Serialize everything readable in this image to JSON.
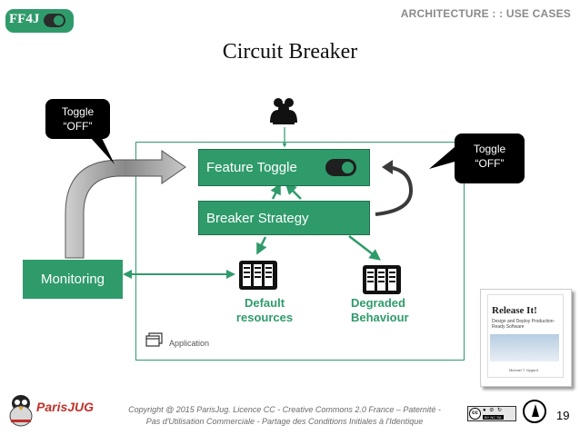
{
  "header": {
    "logo_text": "FF4J",
    "section": "ARCHITECTURE : : USE CASES",
    "title": "Circuit Breaker"
  },
  "diagram": {
    "feature_toggle": "Feature Toggle",
    "breaker_strategy": "Breaker Strategy",
    "monitoring": "Monitoring",
    "toggle_left": [
      "Toggle",
      "“OFF”"
    ],
    "toggle_right": [
      "Toggle",
      "“OFF”"
    ],
    "default_resources": [
      "Default",
      "resources"
    ],
    "degraded_behaviour": [
      "Degraded",
      "Behaviour"
    ],
    "application": "Application"
  },
  "book": {
    "title": "Release It!",
    "subtitle": "Design and Deploy Production-Ready Software",
    "author": "Michael T. Nygard"
  },
  "footer": {
    "copyright_line1": "Copyright @ 2015 ParisJug. Licence CC - Creative Commons 2.0 France – Paternité -",
    "copyright_line2": "Pas d'Utilisation Commerciale - Partage des Conditions Initiales à l'Identique",
    "page_number": "19",
    "paris_jug": "ParisJUG",
    "cc_bottom": "BY NC SA"
  },
  "colors": {
    "accent": "#2f9b6b",
    "dark": "#000000",
    "gray": "#8a8a8a"
  },
  "icons": [
    "users-icon",
    "toggle-switch-icon",
    "network-icon",
    "server-icon",
    "window-icon",
    "compass-icon"
  ]
}
